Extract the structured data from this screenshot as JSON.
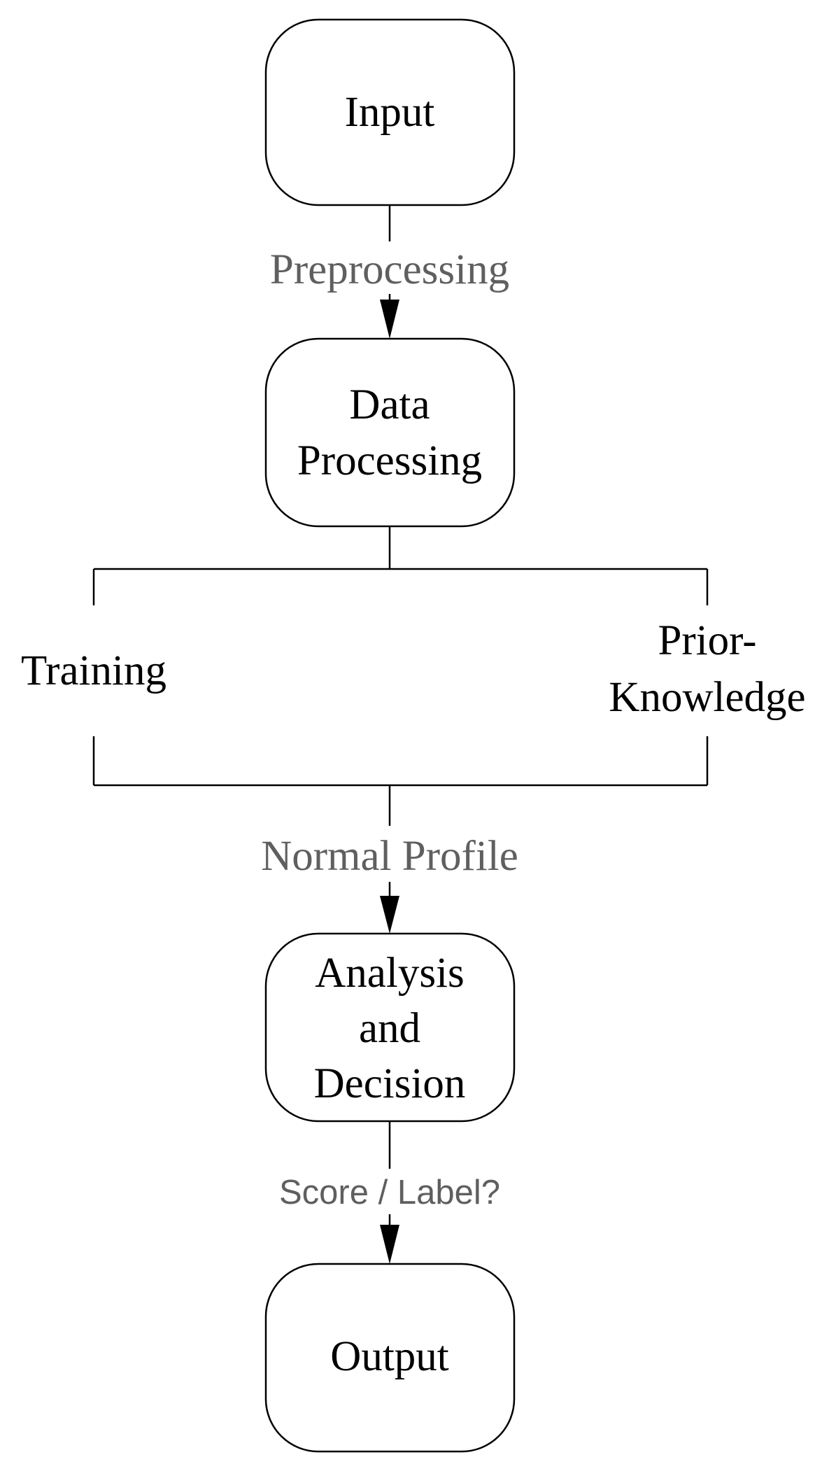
{
  "diagram": {
    "nodes": {
      "input": {
        "label": "Input"
      },
      "data_processing": {
        "line1": "Data",
        "line2": "Processing"
      },
      "analysis": {
        "line1": "Analysis",
        "line2": "and",
        "line3": "Decision"
      },
      "output": {
        "label": "Output"
      }
    },
    "branches": {
      "training": {
        "label": "Training"
      },
      "prior_knowledge": {
        "line1": "Prior-",
        "line2": "Knowledge"
      }
    },
    "edges": {
      "preprocessing": {
        "label": "Preprocessing"
      },
      "normal_profile": {
        "label": "Normal Profile"
      },
      "score_label": {
        "label": "Score / Label?"
      }
    },
    "colors": {
      "stroke": "#000000",
      "node_text": "#000000",
      "edge_text": "#5f5f5f",
      "background": "#ffffff"
    }
  }
}
